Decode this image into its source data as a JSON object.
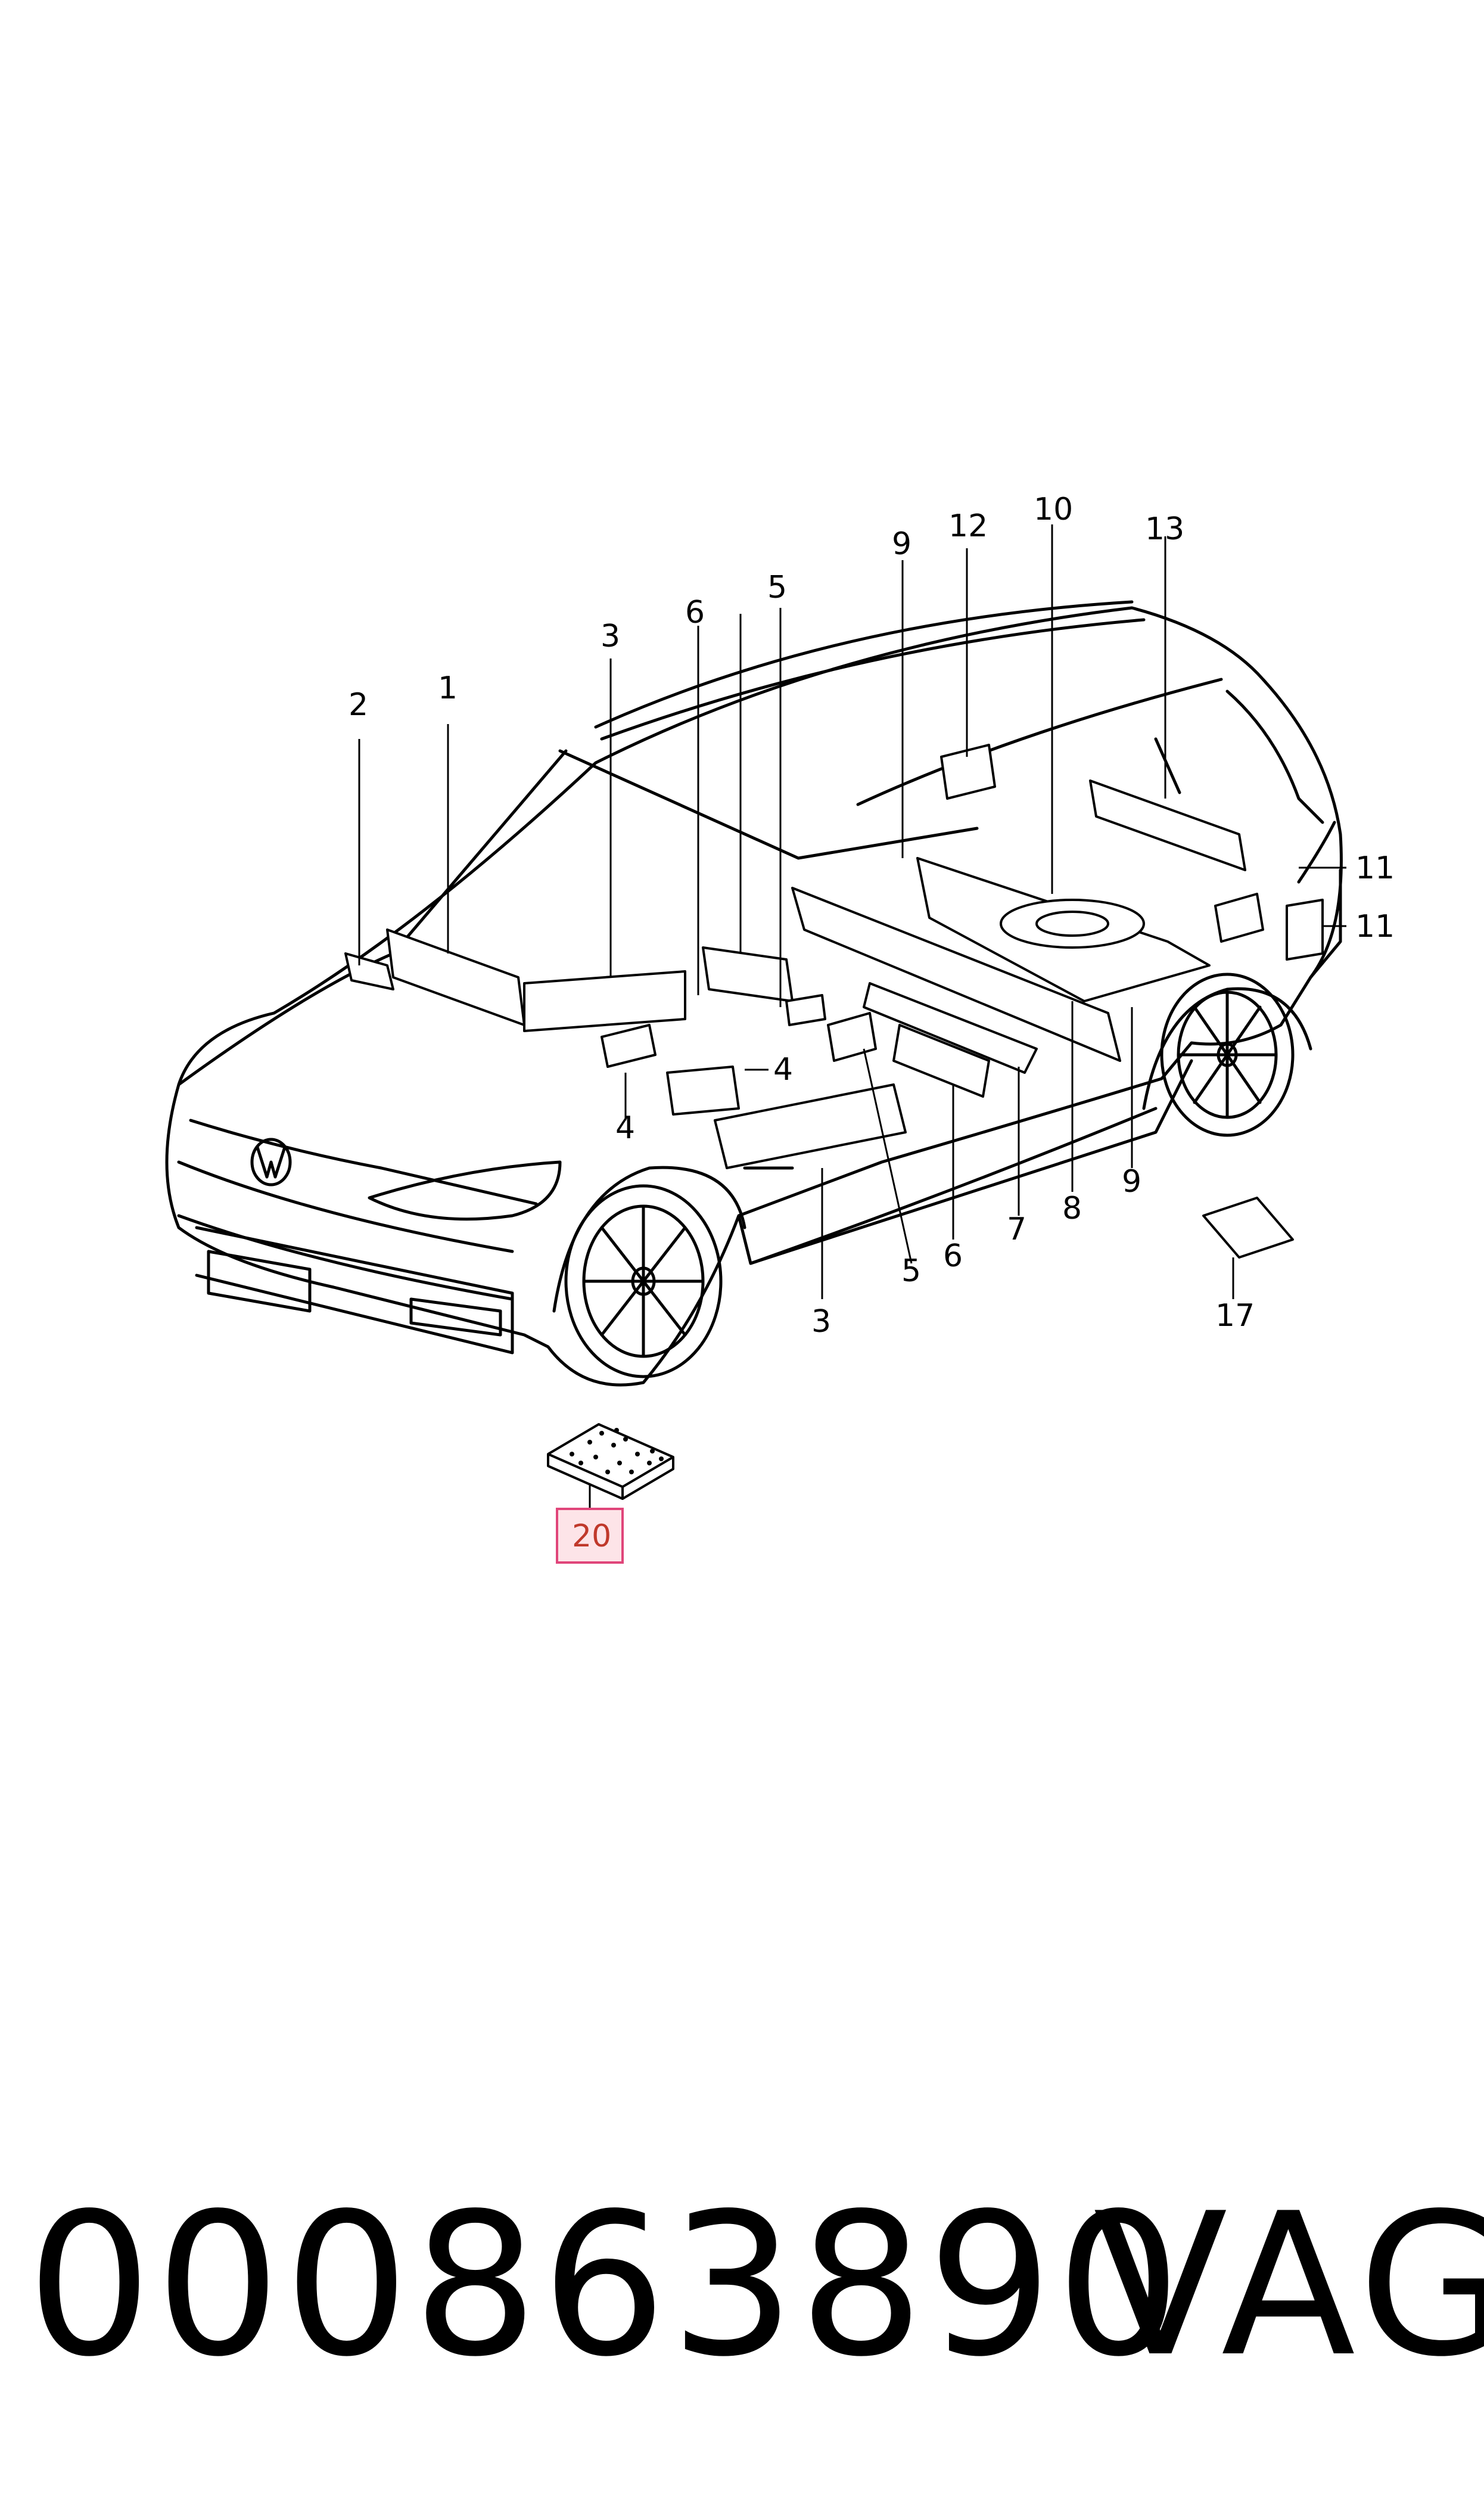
{
  "diagram": {
    "callouts": [
      "1",
      "2",
      "3",
      "3",
      "4",
      "4",
      "5",
      "5",
      "6",
      "6",
      "7",
      "8",
      "9",
      "9",
      "10",
      "11",
      "11",
      "12",
      "13",
      "17"
    ],
    "highlighted_part": "20",
    "highlight_color": "#e0457a"
  },
  "footer": {
    "part_number": "000863890",
    "brand": "VAG"
  }
}
